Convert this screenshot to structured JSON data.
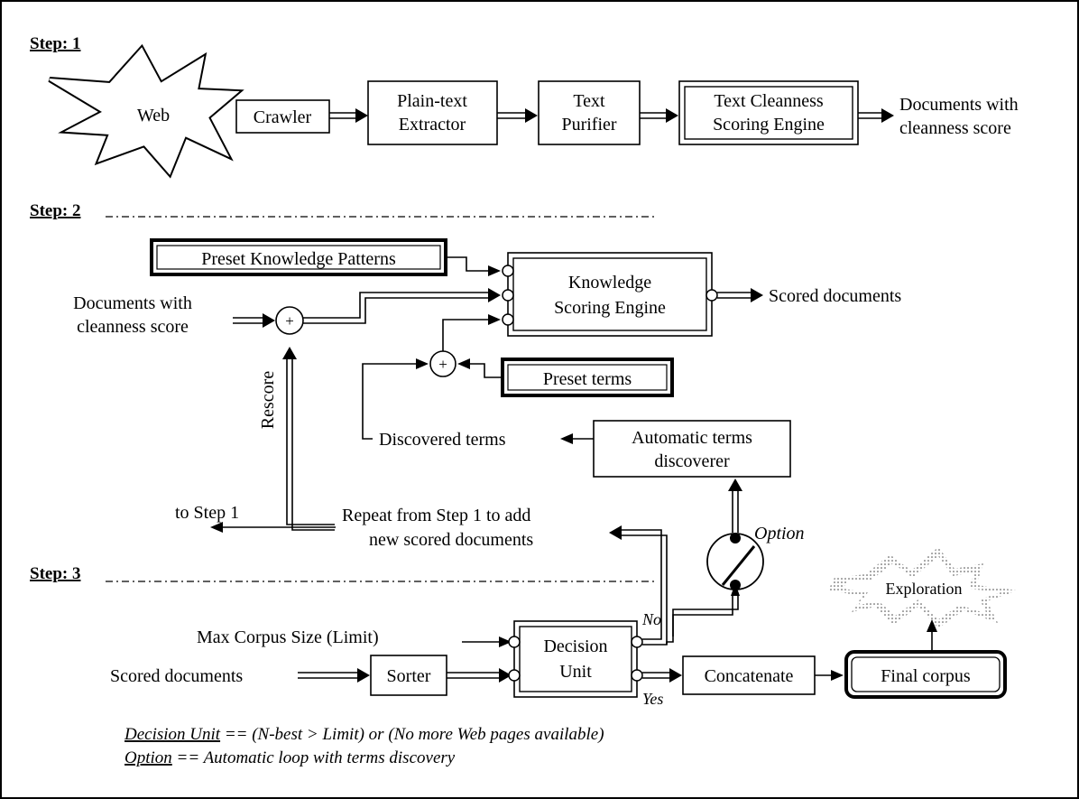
{
  "steps": {
    "step1": "Step: 1",
    "step2": "Step: 2",
    "step3": "Step: 3"
  },
  "step1": {
    "web": "Web",
    "crawler": "Crawler",
    "extractor": [
      "Plain-text",
      "Extractor"
    ],
    "purifier": [
      "Text",
      "Purifier"
    ],
    "cleanness_engine": [
      "Text Cleanness",
      "Scoring Engine"
    ],
    "output": [
      "Documents with",
      "cleanness score"
    ]
  },
  "step2": {
    "preset_patterns": "Preset Knowledge Patterns",
    "input_docs": [
      "Documents with",
      "cleanness score"
    ],
    "knowledge_engine": [
      "Knowledge",
      "Scoring Engine"
    ],
    "scored_docs": "Scored documents",
    "preset_terms": "Preset terms",
    "rescore": "Rescore",
    "discovered_terms": "Discovered terms",
    "auto_discoverer": [
      "Automatic terms",
      "discoverer"
    ],
    "to_step1": "to Step 1",
    "repeat": [
      "Repeat from Step 1 to add",
      "new scored documents"
    ],
    "option_label": "Option",
    "plus": "+"
  },
  "step3": {
    "max_corpus": "Max Corpus Size (Limit)",
    "scored_docs": "Scored documents",
    "sorter": "Sorter",
    "decision": [
      "Decision",
      "Unit"
    ],
    "no": "No",
    "yes": "Yes",
    "concatenate": "Concatenate",
    "final_corpus": "Final corpus",
    "exploration": "Exploration"
  },
  "legend": {
    "decision_term": "Decision Unit",
    "decision_def": " == (N-best > Limit) or (No more Web pages available)",
    "option_term": "Option",
    "option_def": " == Automatic loop with terms discovery"
  }
}
